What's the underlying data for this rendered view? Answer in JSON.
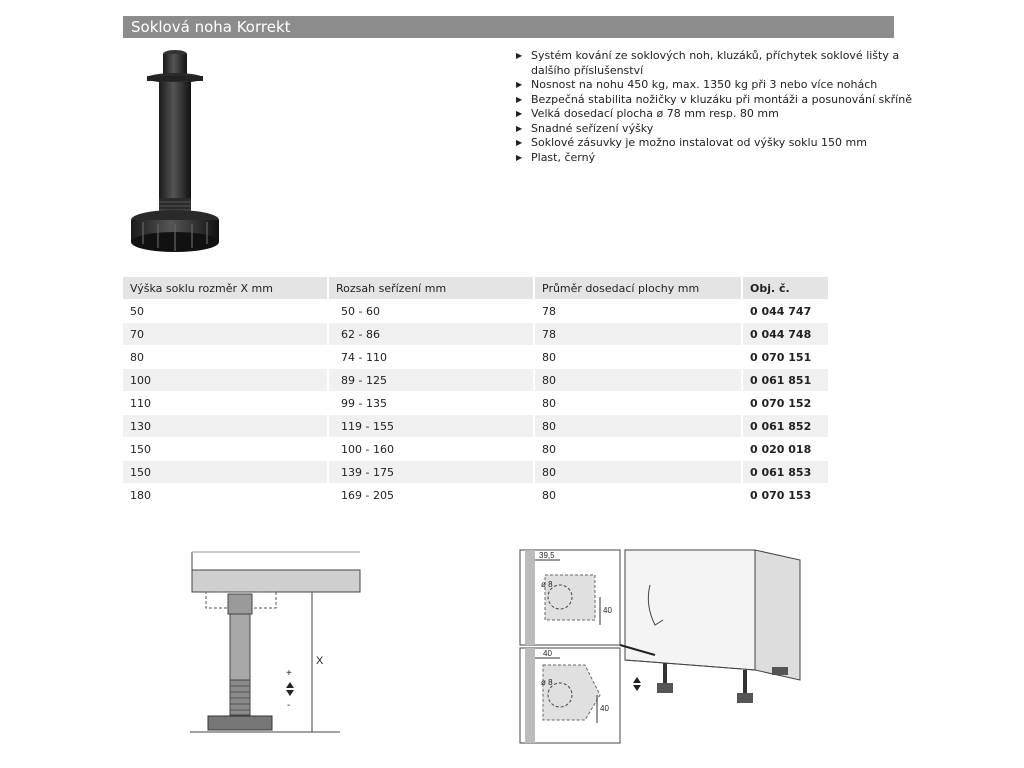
{
  "header": {
    "title": "Soklová noha Korrekt"
  },
  "features": [
    "Systém kování ze soklových noh, kluzáků, příchytek soklové lišty a dalšího příslušenství",
    "Nosnost na nohu 450 kg, max. 1350 kg při 3 nebo více nohách",
    "Bezpečná stabilita nožičky v kluzáku při montáži a posunování skříně",
    "Velká dosedací plocha ø 78 mm resp. 80 mm",
    "Snadné seřízení výšky",
    "Soklové zásuvky je možno instalovat od výšky soklu 150 mm",
    "Plast, černý"
  ],
  "table": {
    "headers": [
      "Výška soklu rozměr X mm",
      "Rozsah seřízení mm",
      "Průměr dosedací plochy mm",
      "Obj. č."
    ],
    "rows": [
      [
        "50",
        "50 - 60",
        "78",
        "0 044 747"
      ],
      [
        "70",
        "62 - 86",
        "78",
        "0 044 748"
      ],
      [
        "80",
        "74 - 110",
        "80",
        "0 070 151"
      ],
      [
        "100",
        "89 - 125",
        "80",
        "0 061 851"
      ],
      [
        "110",
        "99 - 135",
        "80",
        "0 070 152"
      ],
      [
        "130",
        "119 - 155",
        "80",
        "0 061 852"
      ],
      [
        "150",
        "100 - 160",
        "80",
        "0 020 018"
      ],
      [
        "150",
        "139 - 175",
        "80",
        "0 061 853"
      ],
      [
        "180",
        "169 - 205",
        "80",
        "0 070 153"
      ]
    ]
  },
  "diagram_left": {
    "dimension_label": "X",
    "plus": "+",
    "minus": "-"
  },
  "diagram_right": {
    "top_dim_width": "39,5",
    "top_dim_height": "40",
    "top_diameter": "ø 8",
    "bottom_dim_width": "40",
    "bottom_dim_height": "40",
    "bottom_diameter": "ø 8"
  },
  "colors": {
    "title_bar": "#8c8c8c",
    "table_header": "#e4e4e4",
    "row_alt": "#f0f0f0"
  }
}
